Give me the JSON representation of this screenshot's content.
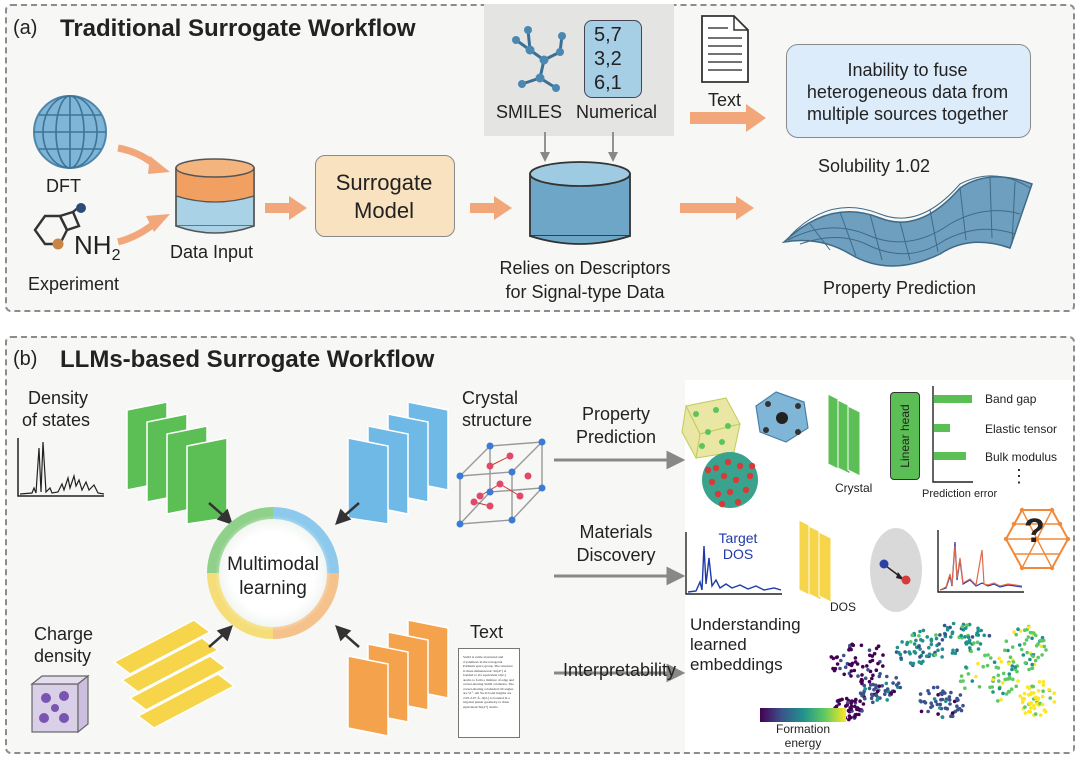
{
  "panel_a": {
    "tag": "(a)",
    "title": "Traditional Surrogate Workflow",
    "dft_label": "DFT",
    "experiment_label": "Experiment",
    "nh2_label": "NH",
    "nh2_sub": "2",
    "data_input_label": "Data Input",
    "surrogate_line1": "Surrogate",
    "surrogate_line2": "Model",
    "smiles_label": "SMILES",
    "numerical_label": "Numerical",
    "numerical_rows": [
      "5,7",
      "3,2",
      "6,1"
    ],
    "text_label": "Text",
    "inability_line1": "Inability to fuse",
    "inability_line2": "heterogeneous data from",
    "inability_line3": "multiple sources together",
    "descriptors_line1": "Relies on Descriptors",
    "descriptors_line2": "for Signal-type Data",
    "solubility_label": "Solubility 1.02",
    "property_prediction_label": "Property Prediction"
  },
  "panel_b": {
    "tag": "(b)",
    "title": "LLMs-based Surrogate Workflow",
    "dos_line1": "Density",
    "dos_line2": "of states",
    "crystal_line1": "Crystal",
    "crystal_line2": "structure",
    "charge_line1": "Charge",
    "charge_line2": "density",
    "text_label": "Text",
    "multimodal_line1": "Multimodal",
    "multimodal_line2": "learning",
    "prop_pred_line1": "Property",
    "prop_pred_line2": "Prediction",
    "mat_disc_line1": "Materials",
    "mat_disc_line2": "Discovery",
    "interpretability": "Interpretability",
    "crystal_enc_label": "Crystal",
    "linear_head": "Linear head",
    "outputs": [
      "Band gap",
      "Elastic tensor",
      "Bulk modulus"
    ],
    "ellipsis": "⋮",
    "prediction_error": "Prediction error",
    "target_dos_line1": "Target",
    "target_dos_line2": "DOS",
    "dos_enc_label": "DOS",
    "question_mark": "?",
    "understanding_line1": "Understanding",
    "understanding_line2": "learned",
    "understanding_line3": "embeddings",
    "formation_line1": "Formation",
    "formation_line2": "energy",
    "doc_text": "SnO2 is rutile structured and crystallizes in the tetragonal P4/mnm space group. The structure is three-dimensional. Sn(4+) is bonded to six equivalent O(2-) atoms to form a mixture of edge and corner-sharing SnO6 octahedra. The corner-sharing octahedral tilt angles are 51°. All Sn-O bond lengths are 2.05-2.07 Å. O(2-) is bonded in a trigonal planar geometry to three equivalent Sn(4+) atoms."
  },
  "colors": {
    "arrow_orange": "#f2a77a",
    "surrogate_fill": "#f8e2c0",
    "inability_fill": "#dcecfb",
    "green_layer": "#5cbf55",
    "blue_layer": "#6fb9e6",
    "yellow_layer": "#f7d54a",
    "orange_layer": "#f4a24b"
  }
}
